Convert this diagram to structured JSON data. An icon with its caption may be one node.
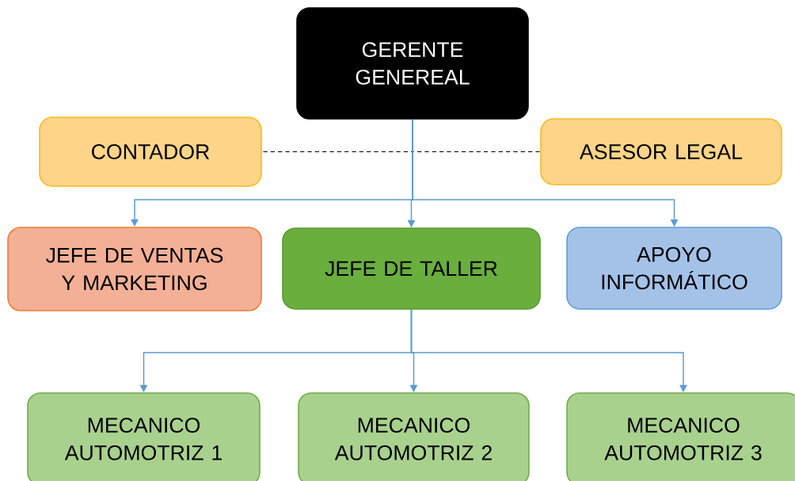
{
  "diagram": {
    "nodes": [
      {
        "text": [
          "GERENTE GENEREAL"
        ]
      },
      {
        "text": [
          "CONTADOR"
        ]
      },
      {
        "text": [
          "ASESOR LEGAL"
        ]
      },
      {
        "text": [
          "JEFE DE VENTAS Y MARKETING"
        ]
      },
      {
        "text": [
          "JEFE DE TALLER"
        ]
      },
      {
        "text": [
          "APOYO INFORMÁTICO"
        ]
      },
      {
        "text": [
          "MECANICO AUTOMOTRIZ 1"
        ]
      },
      {
        "text": [
          "MECANICO AUTOMOTRIZ 2"
        ]
      },
      {
        "text": [
          "MECANICO AUTOMOTRIZ 3"
        ]
      }
    ],
    "edges": [
      {
        "from": 0,
        "to": 1,
        "arrow": "none",
        "style": "dashed",
        "color": "#000000"
      },
      {
        "from": 0,
        "to": 2,
        "arrow": "none",
        "style": "dashed",
        "color": "#000000"
      },
      {
        "from": 0,
        "to": 3,
        "arrow": "to"
      },
      {
        "from": 0,
        "to": 4,
        "arrow": "to"
      },
      {
        "from": 0,
        "to": 5,
        "arrow": "to"
      },
      {
        "from": 4,
        "to": 6,
        "arrow": "to"
      },
      {
        "from": 4,
        "to": 7,
        "arrow": "to"
      },
      {
        "from": 4,
        "to": 8,
        "arrow": "to"
      }
    ]
  }
}
